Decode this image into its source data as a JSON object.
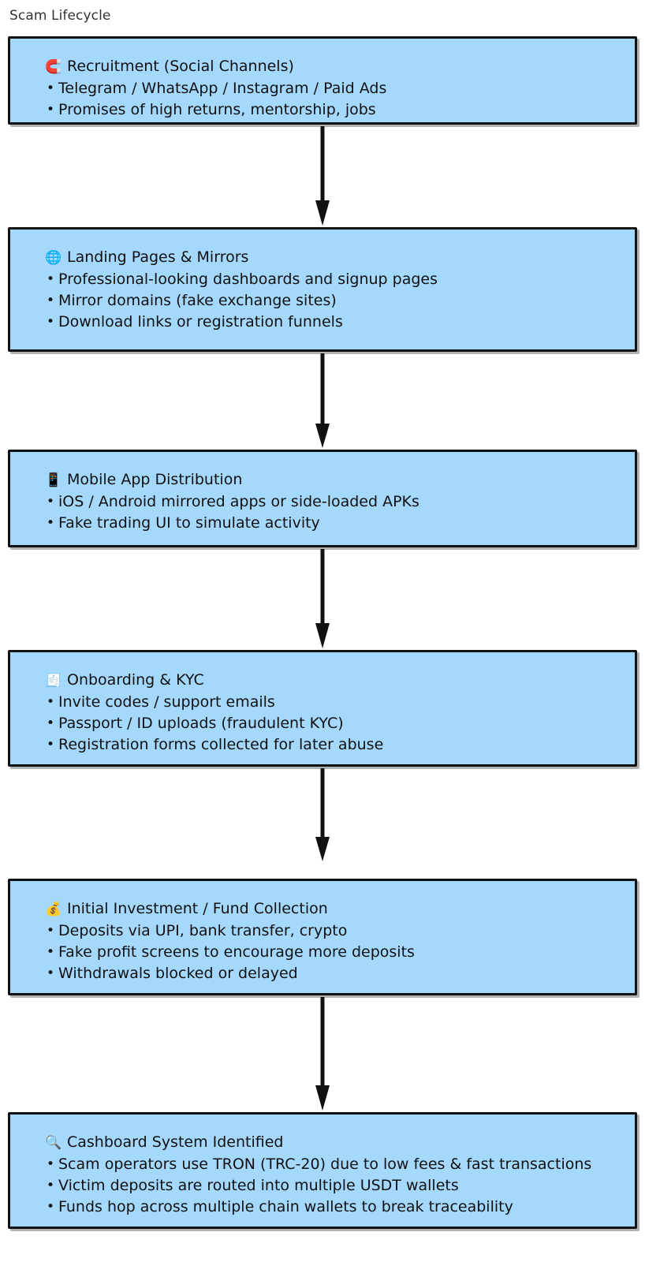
{
  "title": "Scam Lifecycle",
  "theme": {
    "node_fill": "#a5d8fd",
    "node_border": "#111111",
    "text_color": "#111111",
    "title_color": "#333333",
    "arrow_color": "#111111",
    "background": "#ffffff"
  },
  "chart_data": {
    "type": "flowchart",
    "title": "Scam Lifecycle",
    "orientation": "top-to-bottom",
    "node_count": 6,
    "edges": [
      {
        "from": 0,
        "to": 1,
        "style": "arrow"
      },
      {
        "from": 1,
        "to": 2,
        "style": "arrow"
      },
      {
        "from": 2,
        "to": 3,
        "style": "arrow"
      },
      {
        "from": 3,
        "to": 4,
        "style": "arrow"
      },
      {
        "from": 4,
        "to": 5,
        "style": "arrow"
      }
    ]
  },
  "nodes": [
    {
      "emoji": "🧲",
      "icon_name": "magnet-icon",
      "heading": "Recruitment (Social Channels)",
      "bullets": [
        "Telegram / WhatsApp / Instagram / Paid Ads",
        "Promises of high returns, mentorship, jobs"
      ]
    },
    {
      "emoji": "🌐",
      "icon_name": "globe-icon",
      "heading": "Landing Pages & Mirrors",
      "bullets": [
        "Professional-looking dashboards and signup pages",
        "Mirror domains (fake exchange sites)",
        "Download links or registration funnels"
      ]
    },
    {
      "emoji": "📱",
      "icon_name": "mobile-phone-icon",
      "heading": "Mobile App Distribution",
      "bullets": [
        "iOS / Android mirrored apps or side-loaded APKs",
        "Fake trading UI to simulate activity"
      ]
    },
    {
      "emoji": "🧾",
      "icon_name": "receipt-icon",
      "heading": "Onboarding & KYC",
      "bullets": [
        "Invite codes / support emails",
        "Passport / ID uploads (fraudulent KYC)",
        "Registration forms collected for later abuse"
      ]
    },
    {
      "emoji": "💰",
      "icon_name": "money-bag-icon",
      "heading": "Initial Investment / Fund Collection",
      "bullets": [
        "Deposits via UPI, bank transfer, crypto",
        "Fake profit screens to encourage more deposits",
        "Withdrawals blocked or delayed"
      ]
    },
    {
      "emoji": "🔍",
      "icon_name": "magnifying-glass-icon",
      "heading": "Cashboard System Identified",
      "bullets": [
        "Scam operators use TRON (TRC-20) due to low fees & fast transactions",
        "Victim deposits are routed into multiple USDT wallets",
        "Funds hop across multiple chain wallets to break traceability"
      ]
    }
  ]
}
